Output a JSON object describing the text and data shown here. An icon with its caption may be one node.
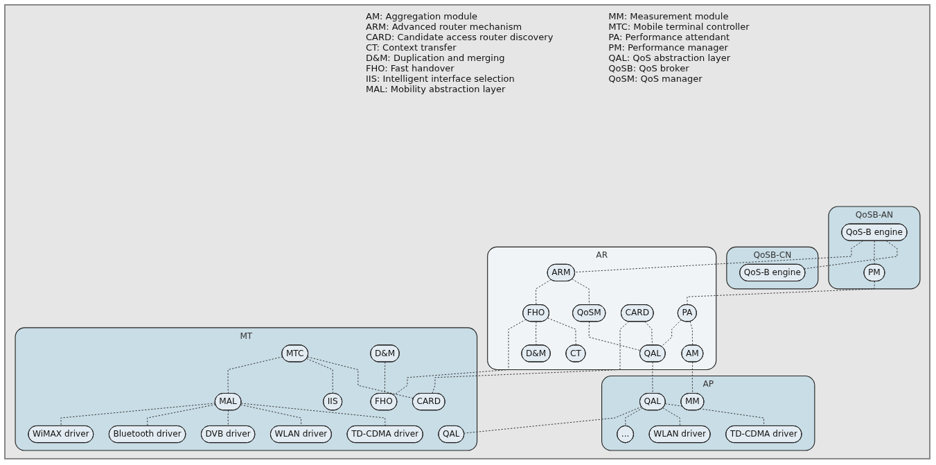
{
  "diagram": {
    "nodes": [
      {
        "text": [
          "QoSB-AN"
        ]
      },
      {
        "text": [
          "QoS-B engine"
        ],
        "in": 0
      },
      {
        "text": [
          "PM"
        ],
        "in": 0
      },
      {
        "text": [
          "QoSB-CN"
        ]
      },
      {
        "text": [
          "QoS-B engine"
        ],
        "in": 3
      },
      {
        "text": [
          "AR"
        ]
      },
      {
        "text": [
          "ARM"
        ],
        "in": 5
      },
      {
        "text": [
          "PA"
        ],
        "in": 5
      },
      {
        "text": [
          "AM"
        ],
        "in": 5
      },
      {
        "text": [
          "QoSM"
        ],
        "in": 5
      },
      {
        "text": [
          "CARD"
        ],
        "in": 5
      },
      {
        "text": [
          "QAL"
        ],
        "in": 5
      },
      {
        "text": [
          "FHO"
        ],
        "in": 5
      },
      {
        "text": [
          "D&M"
        ],
        "in": 5
      },
      {
        "text": [
          "CT"
        ],
        "in": 5
      },
      {
        "text": [
          "AP"
        ]
      },
      {
        "text": [
          "MM"
        ],
        "in": 15
      },
      {
        "text": [
          "QAL"
        ],
        "in": 15
      },
      {
        "text": [
          "TD-CDMA driver"
        ],
        "in": 15
      },
      {
        "text": [
          "WLAN driver"
        ],
        "in": 15
      },
      {
        "text": [
          "..."
        ],
        "in": 15
      },
      {
        "text": [
          "MT"
        ]
      },
      {
        "text": [
          "MTC"
        ],
        "in": 21
      },
      {
        "text": [
          "CARD"
        ],
        "in": 21
      },
      {
        "text": [
          "IIS"
        ],
        "in": 21
      },
      {
        "text": [
          "D&M"
        ],
        "in": 21
      },
      {
        "text": [
          "FHO"
        ],
        "in": 21
      },
      {
        "text": [
          "QAL"
        ],
        "in": 21
      },
      {
        "text": [
          "MAL"
        ],
        "in": 21
      },
      {
        "text": [
          "TD-CDMA driver"
        ],
        "in": 21
      },
      {
        "text": [
          "WLAN driver"
        ],
        "in": 21
      },
      {
        "text": [
          "DVB driver"
        ],
        "in": 21
      },
      {
        "text": [
          "Bluetooth driver"
        ],
        "in": 21
      },
      {
        "text": [
          "WiMAX driver"
        ],
        "in": 21
      }
    ],
    "edges": [
      {
        "from": 1,
        "to": 4,
        "arrow": "none",
        "style": "dashed"
      },
      {
        "from": 1,
        "to": 2,
        "arrow": "none",
        "style": "dashed"
      },
      {
        "from": 1,
        "to": 6,
        "arrow": "none",
        "style": "dashed"
      },
      {
        "from": 2,
        "to": 7,
        "arrow": "none",
        "style": "dashed"
      },
      {
        "from": 7,
        "to": 8,
        "arrow": "none",
        "style": "dashed"
      },
      {
        "from": 8,
        "to": 16,
        "arrow": "none",
        "style": "dashed"
      },
      {
        "from": 6,
        "to": 9,
        "arrow": "none",
        "style": "dashed"
      },
      {
        "from": 6,
        "to": 12,
        "arrow": "none",
        "style": "dashed"
      },
      {
        "from": 7,
        "to": 11,
        "arrow": "none",
        "style": "dashed"
      },
      {
        "from": 9,
        "to": 11,
        "arrow": "none",
        "style": "dashed"
      },
      {
        "from": 10,
        "to": 11,
        "arrow": "none",
        "style": "dashed"
      },
      {
        "from": 10,
        "to": 23,
        "arrow": "none",
        "style": "dashed"
      },
      {
        "from": 11,
        "to": 17,
        "arrow": "none",
        "style": "dashed"
      },
      {
        "from": 12,
        "to": 14,
        "arrow": "none",
        "style": "dashed"
      },
      {
        "from": 12,
        "to": 13,
        "arrow": "none",
        "style": "dashed"
      },
      {
        "from": 12,
        "to": 26,
        "arrow": "none",
        "style": "dashed"
      },
      {
        "from": 17,
        "to": 18,
        "arrow": "none",
        "style": "dashed"
      },
      {
        "from": 17,
        "to": 19,
        "arrow": "none",
        "style": "dashed"
      },
      {
        "from": 17,
        "to": 20,
        "arrow": "none",
        "style": "dashed"
      },
      {
        "from": 17,
        "to": 27,
        "arrow": "none",
        "style": "dashed"
      },
      {
        "from": 22,
        "to": 23,
        "arrow": "none",
        "style": "dashed"
      },
      {
        "from": 22,
        "to": 24,
        "arrow": "none",
        "style": "dashed"
      },
      {
        "from": 22,
        "to": 28,
        "arrow": "none",
        "style": "dashed"
      },
      {
        "from": 25,
        "to": 26,
        "arrow": "none",
        "style": "dashed"
      },
      {
        "from": 28,
        "to": 29,
        "arrow": "none",
        "style": "dashed"
      },
      {
        "from": 28,
        "to": 30,
        "arrow": "none",
        "style": "dashed"
      },
      {
        "from": 28,
        "to": 31,
        "arrow": "none",
        "style": "dashed"
      },
      {
        "from": 28,
        "to": 32,
        "arrow": "none",
        "style": "dashed"
      },
      {
        "from": 28,
        "to": 33,
        "arrow": "none",
        "style": "dashed"
      }
    ],
    "labels": [
      "AM: Aggregation module",
      "ARM: Advanced router mechanism",
      "CARD: Candidate access router discovery",
      "CT: Context transfer",
      "D&M: Duplication and merging",
      "FHO: Fast handover",
      "IIS: Intelligent interface selection",
      "MAL: Mobility abstraction layer",
      "MM: Measurement module",
      "MTC: Mobile terminal controller",
      "PA: Performance attendant",
      "PM: Performance manager",
      "QAL: QoS abstraction layer",
      "QoSB: QoS broker",
      "QoSM: QoS manager"
    ]
  }
}
